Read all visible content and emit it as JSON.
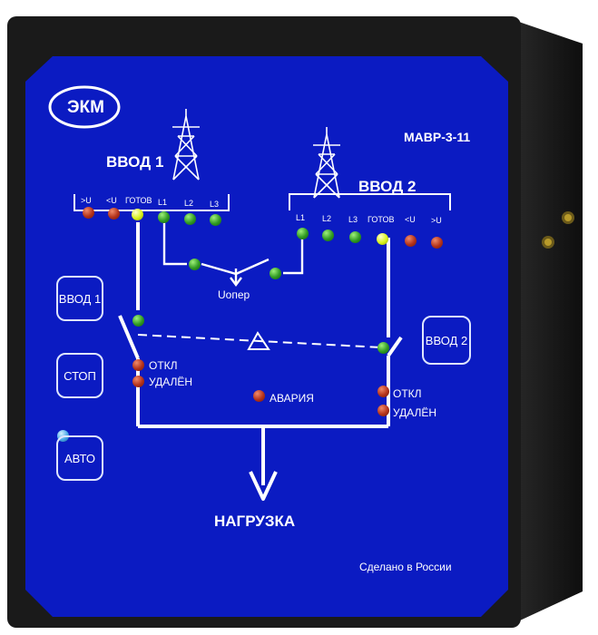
{
  "brand": {
    "logo": "ЭКМ",
    "model": "МАВР-3-11",
    "footer": "Сделано в России"
  },
  "inputs": {
    "input1": {
      "title": "ВВОД 1",
      "leds": [
        ">U",
        "<U",
        "ГОТОВ",
        "L1",
        "L2",
        "L3"
      ]
    },
    "input2": {
      "title": "ВВОД 2",
      "leds": [
        "L1",
        "L2",
        "L3",
        "ГОТОВ",
        "<U",
        ">U"
      ]
    }
  },
  "uoper_label": "Uопер",
  "status": {
    "off": "ОТКЛ",
    "remote": "УДАЛЁН",
    "alarm": "АВАРИЯ"
  },
  "load_label": "НАГРУЗКА",
  "buttons": {
    "input1": "ВВОД 1",
    "stop": "СТОП",
    "auto": "АВТО",
    "input2": "ВВОД 2"
  },
  "colors": {
    "panel": "#0b1bc2",
    "housing": "#181818",
    "led_red": "#b3321a",
    "led_green": "#2f9a22",
    "led_yellow": "#d8f21a",
    "led_blue": "#4aa9e8"
  }
}
